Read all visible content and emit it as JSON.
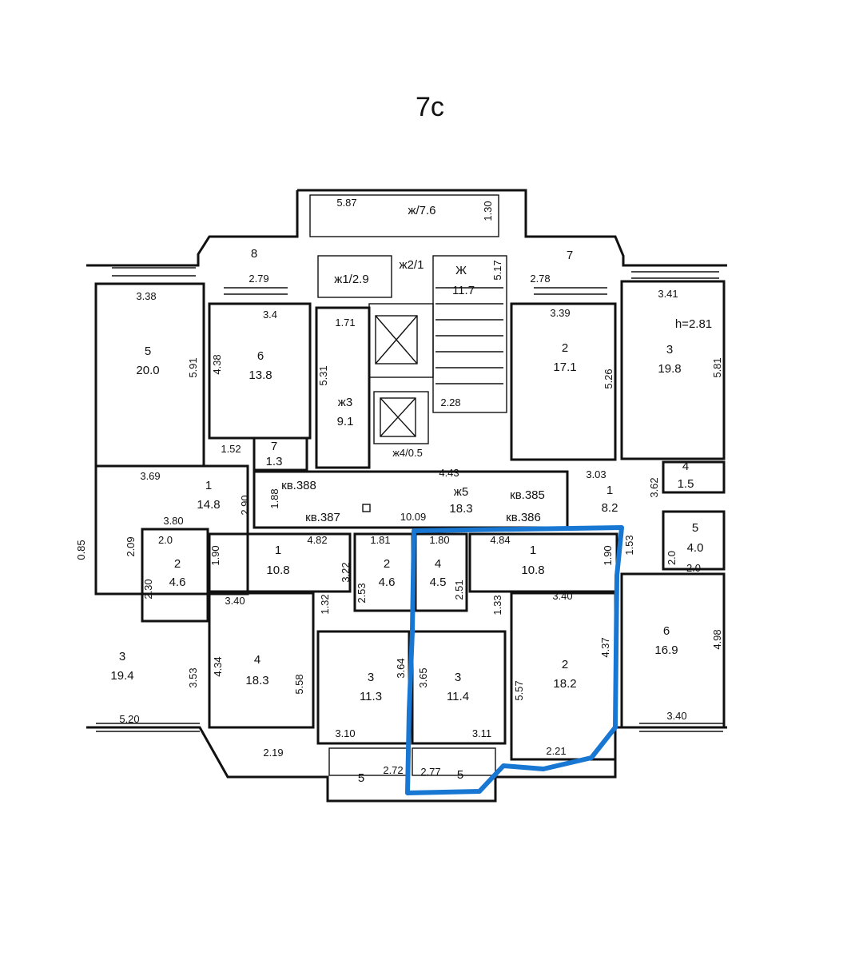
{
  "title": "7c",
  "highlight_color": "#1877d2",
  "rooms": [
    {
      "id": "r-top-b",
      "num": "ж/7.6",
      "area": ""
    },
    {
      "id": "r8",
      "num": "8",
      "area": ""
    },
    {
      "id": "r7r",
      "num": "7",
      "area": ""
    },
    {
      "id": "rzh1",
      "num": "ж1/2.9",
      "area": ""
    },
    {
      "id": "rzh2",
      "num": "ж2/1",
      "area": ""
    },
    {
      "id": "rzh",
      "num": "Ж",
      "area": "11.7"
    },
    {
      "id": "r5l",
      "num": "5",
      "area": "20.0"
    },
    {
      "id": "r6l",
      "num": "6",
      "area": "13.8"
    },
    {
      "id": "rzh3",
      "num": "ж3",
      "area": "9.1"
    },
    {
      "id": "r2r",
      "num": "2",
      "area": "17.1"
    },
    {
      "id": "r3r",
      "num": "3",
      "area": "19.8"
    },
    {
      "id": "r7l",
      "num": "7",
      "area": "1.3"
    },
    {
      "id": "r1l",
      "num": "1",
      "area": "14.8"
    },
    {
      "id": "rzh5",
      "num": "ж5",
      "area": "18.3"
    },
    {
      "id": "r4r",
      "num": "4",
      "area": "1.5"
    },
    {
      "id": "r1r",
      "num": "1",
      "area": "8.2"
    },
    {
      "id": "r5r",
      "num": "5",
      "area": "4.0"
    },
    {
      "id": "r2l",
      "num": "2",
      "area": "4.6"
    },
    {
      "id": "r1a",
      "num": "1",
      "area": "10.8"
    },
    {
      "id": "r2a",
      "num": "2",
      "area": "4.6"
    },
    {
      "id": "r4b",
      "num": "4",
      "area": "4.5"
    },
    {
      "id": "r1b",
      "num": "1",
      "area": "10.8"
    },
    {
      "id": "r6r",
      "num": "6",
      "area": "16.9"
    },
    {
      "id": "r3l",
      "num": "3",
      "area": "19.4"
    },
    {
      "id": "r4a",
      "num": "4",
      "area": "18.3"
    },
    {
      "id": "r3a",
      "num": "3",
      "area": "11.3"
    },
    {
      "id": "r3b",
      "num": "3",
      "area": "11.4"
    },
    {
      "id": "r2b",
      "num": "2",
      "area": "18.2"
    },
    {
      "id": "r5a",
      "num": "5",
      "area": ""
    },
    {
      "id": "r5b",
      "num": "5",
      "area": ""
    }
  ],
  "flats": [
    "кв.388",
    "кв.385",
    "кв.387",
    "кв.386"
  ],
  "note": "h=2.81",
  "dims": [
    "5.87",
    "1.30",
    "2.79",
    "5.17",
    "2.78",
    "3.38",
    "3.4",
    "1.71",
    "3.39",
    "3.41",
    "5.91",
    "4.38",
    "5.31",
    "5.26",
    "5.81",
    "2.28",
    "1.52",
    "ж4/0.5",
    "3.69",
    "4.43",
    "3.03",
    "3.62",
    "2.90",
    "1.88",
    "10.09",
    "3.80",
    "4.82",
    "1.81",
    "1.80",
    "4.84",
    "2.09",
    "2.0",
    "1.90",
    "3.22",
    "1.90",
    "1.53",
    "2.0",
    "2.0",
    "2.30",
    "2.53",
    "2.51",
    "1.33",
    "3.40",
    "1.32",
    "3.40",
    "4.98",
    "4.34",
    "5.58",
    "3.64",
    "3.65",
    "5.57",
    "4.37",
    "3.53",
    "5.20",
    "3.10",
    "3.11",
    "3.40",
    "2.19",
    "2.72",
    "2.77",
    "2.21",
    "0.85"
  ]
}
